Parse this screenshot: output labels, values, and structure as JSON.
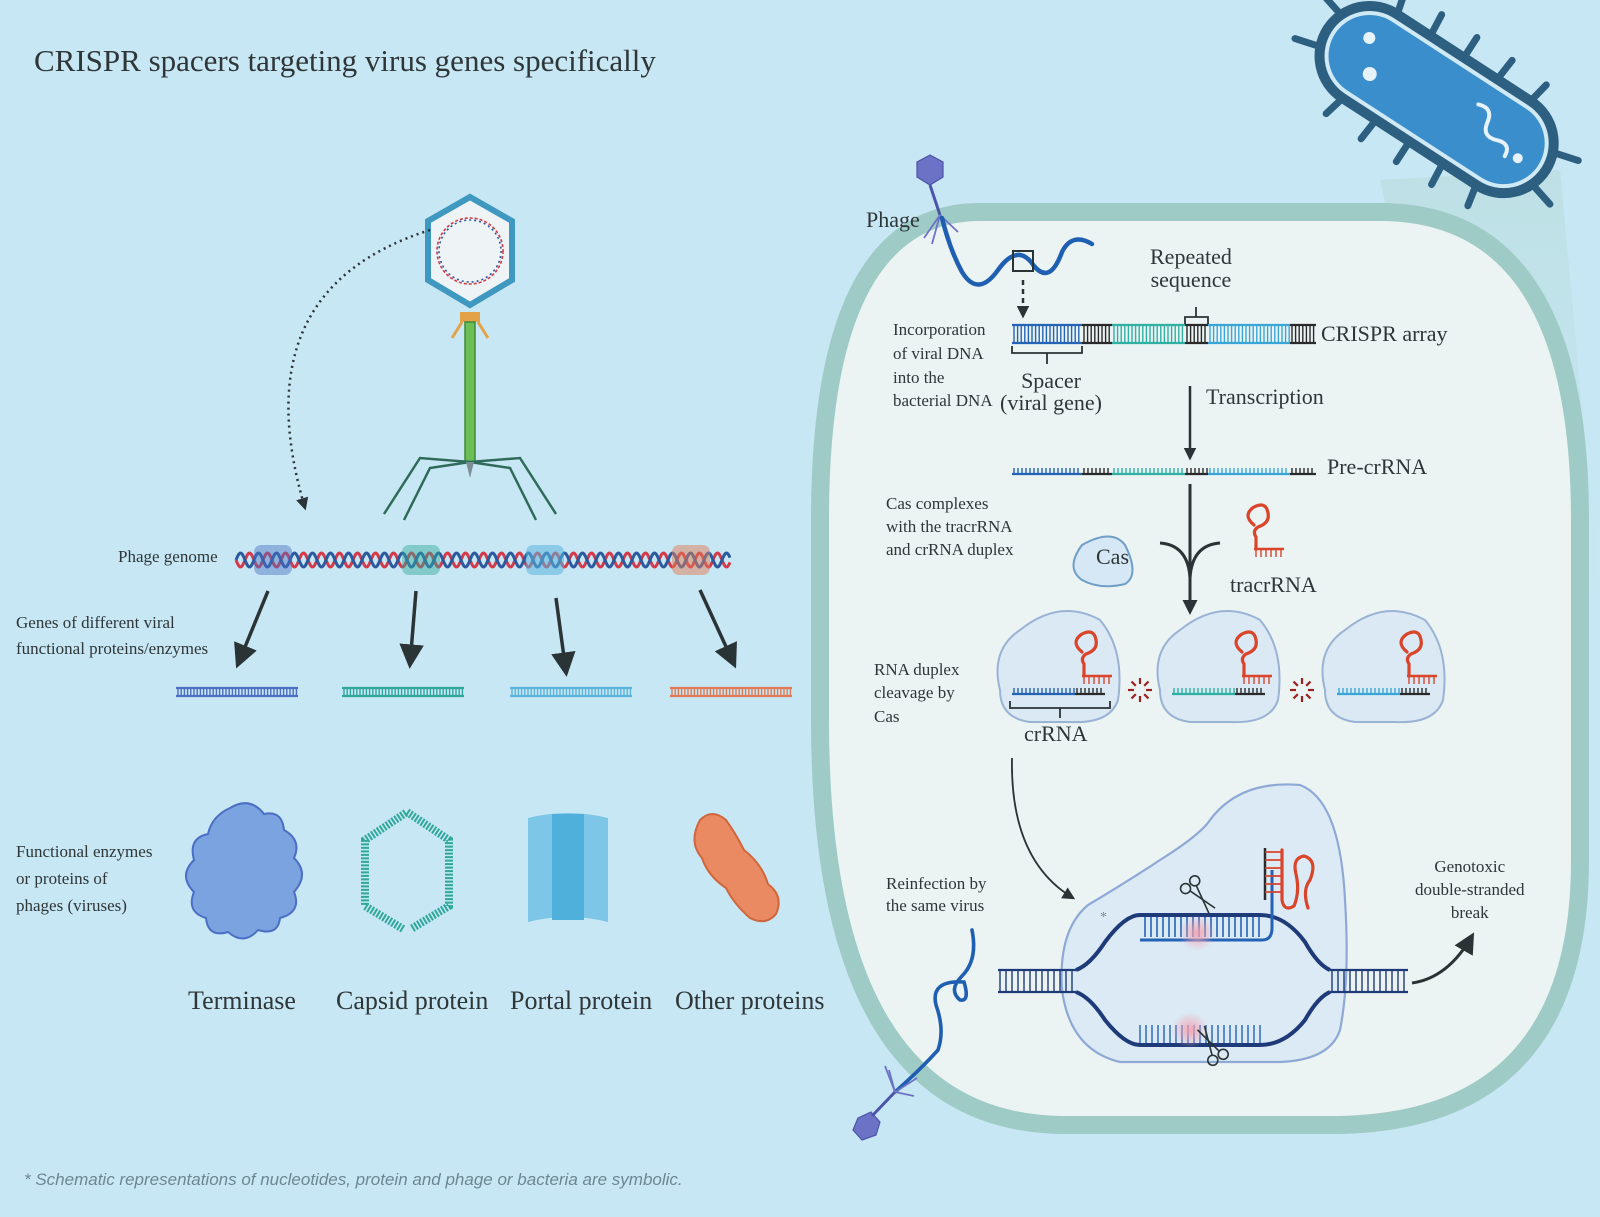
{
  "title": "CRISPR spacers targeting virus genes specifically",
  "colors": {
    "background": "#c8e7f4",
    "cell_interior": "#ecf3f3",
    "cell_wall": "#9fcbc6",
    "bacterium_fill": "#3a8ecb",
    "bacterium_outline": "#2d5f80",
    "gene_terminase": "#4a6fc4",
    "gene_capsid": "#2fa89a",
    "gene_portal": "#5ab4dc",
    "gene_other": "#e07b55",
    "dna_red": "#d33a4a",
    "dna_blue": "#2c5a9e",
    "repeat_black": "#2a2a2a",
    "tracr_red": "#d9442b",
    "target_dna": "#1e3a78"
  },
  "left_panel": {
    "phage_genome_label": "Phage genome",
    "genes_label": [
      "Genes of different viral",
      "functional proteins/enzymes"
    ],
    "proteins_label": [
      "Functional enzymes",
      "or proteins of",
      "phages (viruses)"
    ],
    "proteins": [
      {
        "name": "Terminase",
        "color_key": "gene_terminase"
      },
      {
        "name": "Capsid protein",
        "color_key": "gene_capsid"
      },
      {
        "name": "Portal protein",
        "color_key": "gene_portal"
      },
      {
        "name": "Other proteins",
        "color_key": "gene_other"
      }
    ]
  },
  "right_panel": {
    "phage_label": "Phage",
    "repeated_sequence_label": [
      "Repeated",
      "sequence"
    ],
    "incorporation_label": [
      "Incorporation",
      "of viral DNA",
      "into the",
      "bacterial DNA"
    ],
    "crispr_array_label": "CRISPR array",
    "spacer_label": [
      "Spacer",
      "(viral gene)"
    ],
    "transcription_label": "Transcription",
    "pre_crrna_label": "Pre-crRNA",
    "cas_complex_label": [
      "Cas complexes",
      "with the tracrRNA",
      "and crRNA duplex"
    ],
    "cas_label": "Cas",
    "tracrrna_label": "tracrRNA",
    "cleavage_label": [
      "RNA duplex",
      "cleavage by",
      "Cas"
    ],
    "crrna_label": "crRNA",
    "reinfection_label": [
      "Reinfection by",
      "the same virus"
    ],
    "break_label": [
      "Genotoxic",
      "double-stranded",
      "break"
    ],
    "asterisk": "*"
  },
  "footnote": "* Schematic representations of nucleotides, protein and phage or bacteria are symbolic."
}
